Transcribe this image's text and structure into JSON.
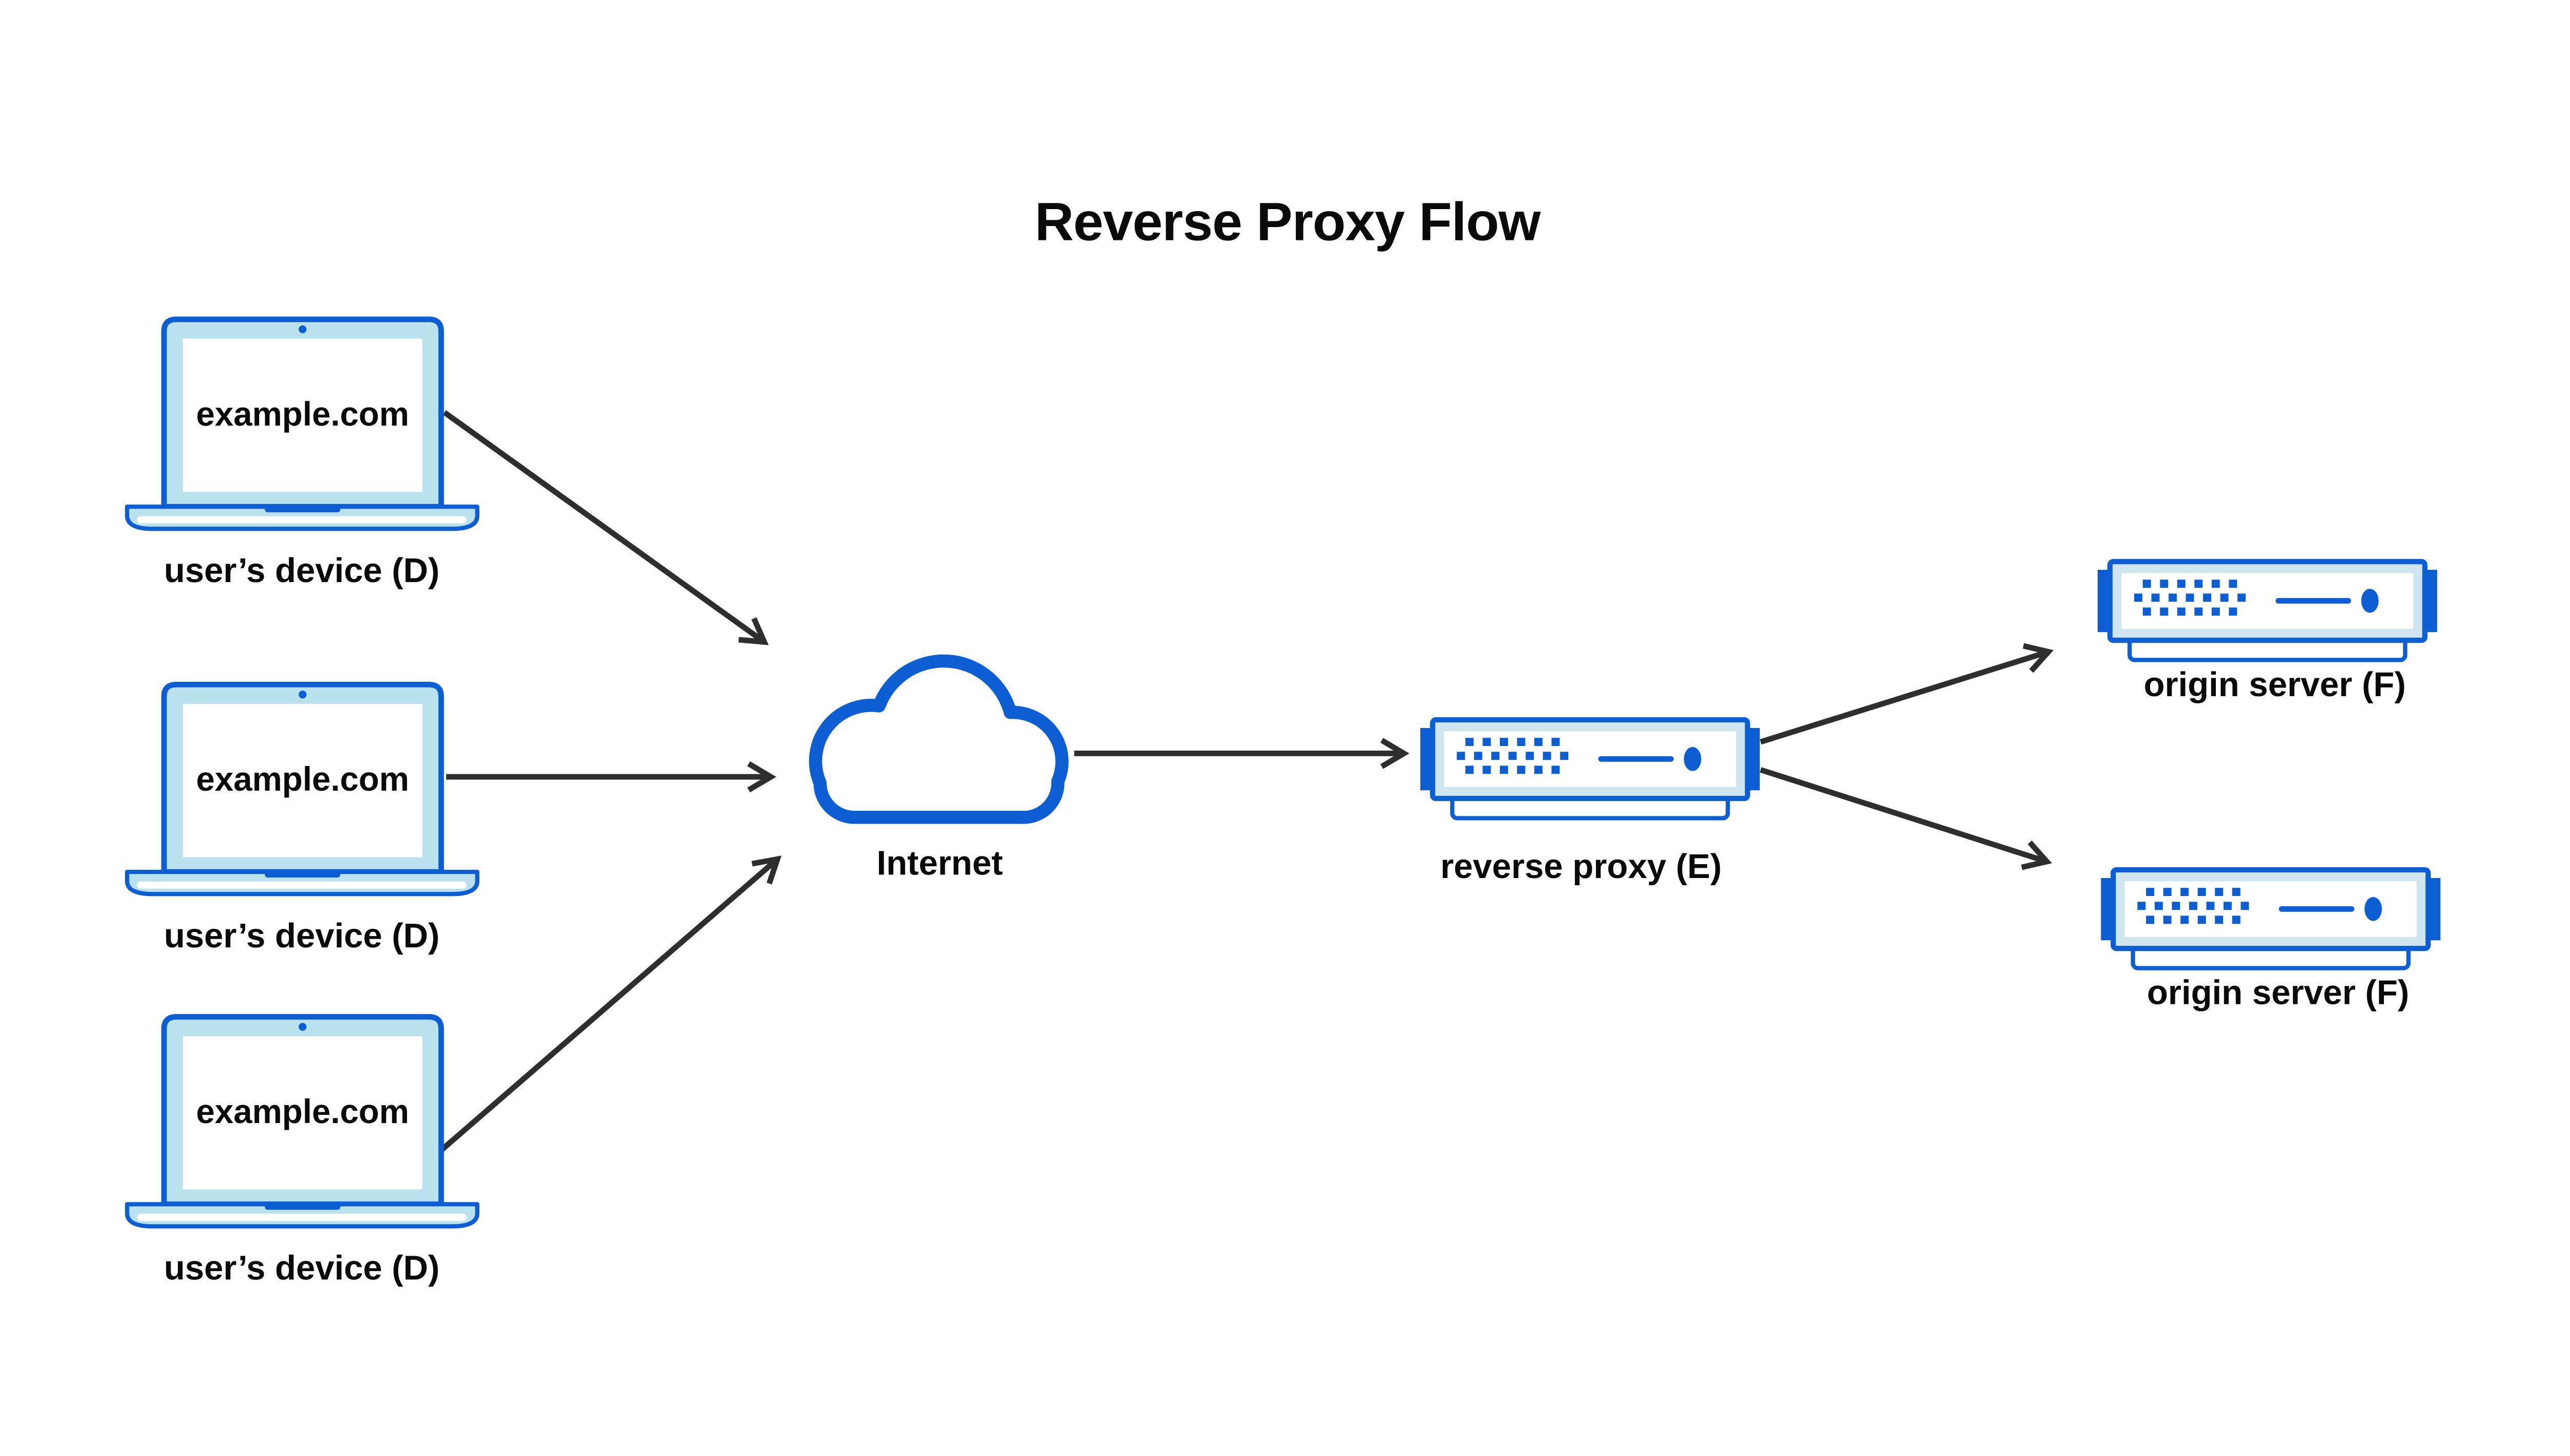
{
  "title": "Reverse Proxy Flow",
  "nodes": {
    "device1": {
      "screen_text": "example.com",
      "label": "user’s device (D)"
    },
    "device2": {
      "screen_text": "example.com",
      "label": "user’s device (D)"
    },
    "device3": {
      "screen_text": "example.com",
      "label": "user’s device (D)"
    },
    "internet": {
      "label": "Internet"
    },
    "reverse_proxy": {
      "label": "reverse proxy (E)"
    },
    "origin_server_1": {
      "label": "origin server (F)"
    },
    "origin_server_2": {
      "label": "origin server (F)"
    }
  },
  "edges": [
    {
      "from": "device1",
      "to": "internet"
    },
    {
      "from": "device2",
      "to": "internet"
    },
    {
      "from": "device3",
      "to": "internet"
    },
    {
      "from": "internet",
      "to": "reverse_proxy"
    },
    {
      "from": "reverse_proxy",
      "to": "origin_server_1"
    },
    {
      "from": "reverse_proxy",
      "to": "origin_server_2"
    }
  ],
  "colors": {
    "accent_blue": "#0e5ed3",
    "laptop_fill": "#b9e1ee",
    "server_frame": "#cfe6f0",
    "arrow": "#2e2e2e",
    "text": "#0a0a0a",
    "background": "#ffffff"
  }
}
